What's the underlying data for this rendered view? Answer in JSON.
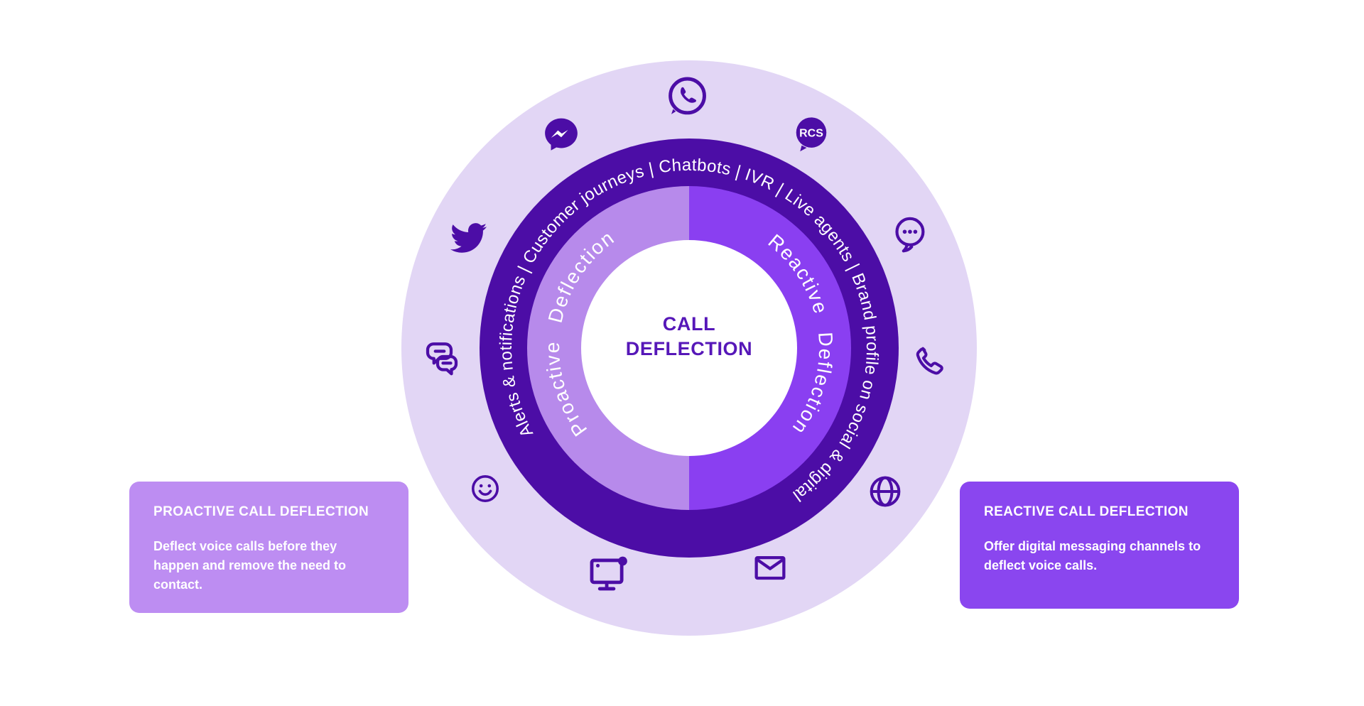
{
  "diagram": {
    "center_title_line1": "CALL",
    "center_title_line2": "DEFLECTION",
    "ring_text": "Alerts & notifications | Customer journeys | Chatbots | IVR | Live agents | Brand profile on social & digital",
    "proactive_label": "Proactive Deflection",
    "reactive_label": "Reactive Deflection",
    "rcs_label": "RCS",
    "icons": [
      "whatsapp-icon",
      "messenger-icon",
      "rcs-icon",
      "twitter-icon",
      "chat-ellipsis-icon",
      "conversation-icon",
      "phone-icon",
      "smiley-icon",
      "globe-icon",
      "desktop-notification-icon",
      "email-icon"
    ],
    "colors": {
      "outer_ring": "#E2D6F5",
      "capability_ring": "#4C0DA6",
      "proactive_half": "#B78AEB",
      "reactive_half": "#8A3FF1",
      "center_text": "#5617B8",
      "icon": "#4C0DA6",
      "proactive_callout": "#BD8DF2",
      "reactive_callout": "#8A46EF"
    }
  },
  "callouts": {
    "proactive": {
      "title": "PROACTIVE CALL DEFLECTION",
      "body": "Deflect voice calls before they happen and remove the need to contact."
    },
    "reactive": {
      "title": "REACTIVE CALL DEFLECTION",
      "body": "Offer digital messaging channels to deflect voice calls."
    }
  }
}
